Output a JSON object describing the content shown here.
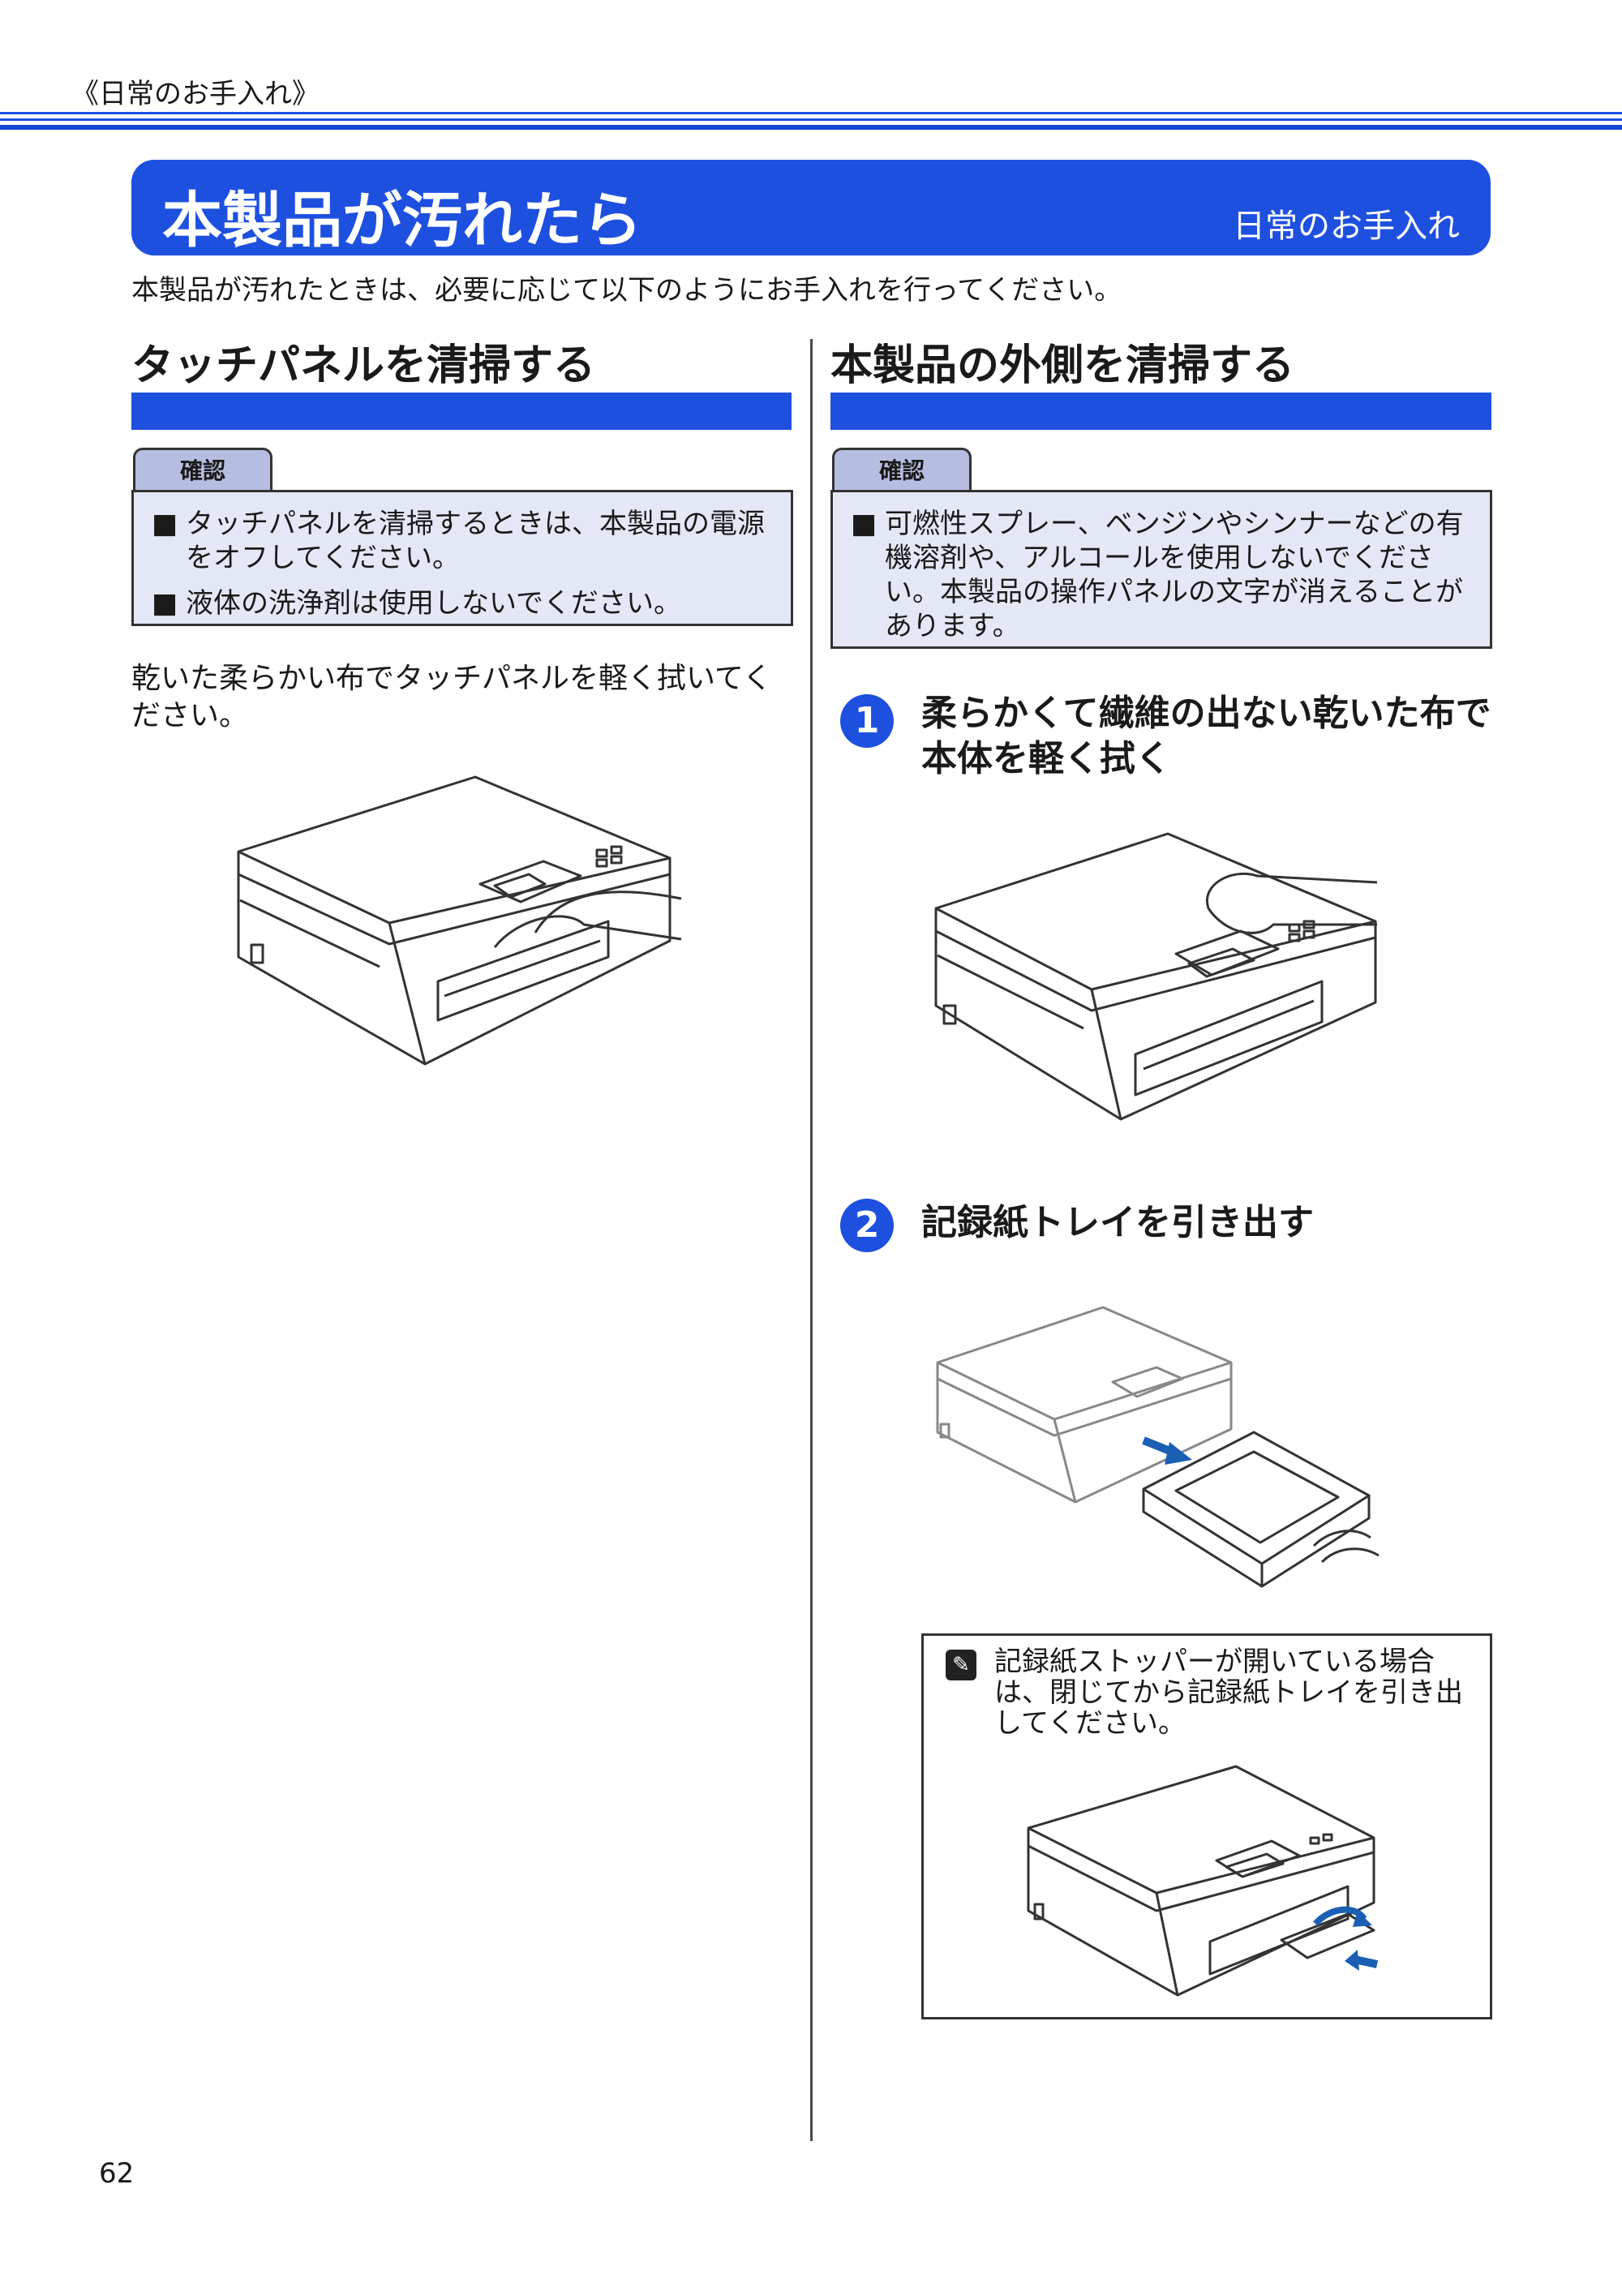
{
  "header": {
    "breadcrumb": "《日常のお手入れ》"
  },
  "banner": {
    "title": "本製品が汚れたら",
    "tag": "日常のお手入れ"
  },
  "intro": "本製品が汚れたときは、必要に応じて以下のようにお手入れを行ってください。",
  "left": {
    "title": "タッチパネルを清掃する",
    "confirm_label": "確認",
    "bullets": [
      "タッチパネルを清掃するときは、本製品の電源をオフしてください。",
      "液体の洗浄剤は使用しないでください。"
    ],
    "paragraph": "乾いた柔らかい布でタッチパネルを軽く拭いてください。"
  },
  "right": {
    "title": "本製品の外側を清掃する",
    "confirm_label": "確認",
    "bullets": [
      "可燃性スプレー、ベンジンやシンナーなどの有機溶剤や、アルコールを使用しないでください。本製品の操作パネルの文字が消えることがあります。"
    ],
    "steps": [
      {
        "num": "1",
        "text": "柔らかくて繊維の出ない乾いた布で本体を軽く拭く"
      },
      {
        "num": "2",
        "text": "記録紙トレイを引き出す"
      }
    ],
    "note": "記録紙ストッパーが開いている場合は、閉じてから記録紙トレイを引き出してください。"
  },
  "footer": {
    "page_number": "62"
  },
  "colors": {
    "accent": "#1e50e0",
    "box_fill": "#e4e8f6",
    "tab_fill": "#b5bde0"
  }
}
